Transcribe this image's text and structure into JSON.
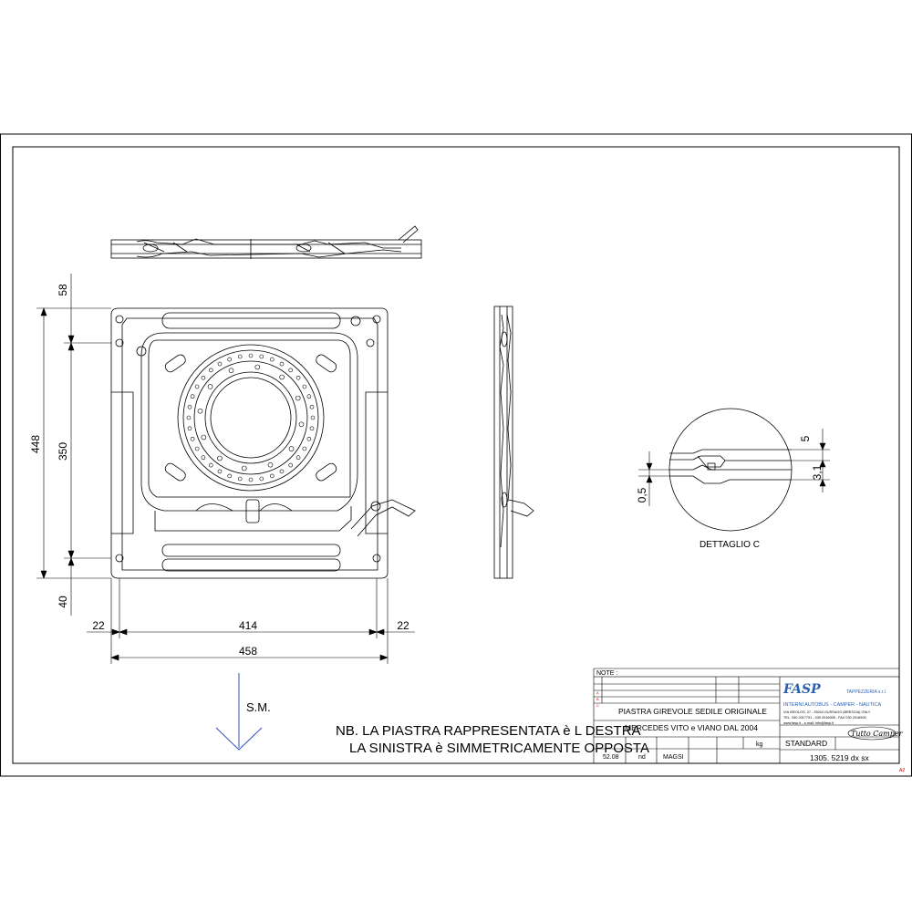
{
  "colors": {
    "line": "#000000",
    "dimension": "#00704a",
    "titleblock_small": "#cc0000",
    "brand": "#2b5fb0"
  },
  "dimensions": {
    "top_offset": "58",
    "overall_height": "448",
    "inner_height": "350",
    "bottom_offset": "40",
    "left_margin": "22",
    "inner_width": "414",
    "right_margin": "22",
    "overall_width": "458",
    "detail_5": "5",
    "detail_31": "3,1",
    "detail_05": "0,5"
  },
  "labels": {
    "detail": "DETTAGLIO C",
    "direction": "S.M.",
    "note_line1": "NB. LA PIASTRA RAPPRESENTATA è L DESTRA",
    "note_line2": "LA SINISTRA è SIMMETRICAMENTE OPPOSTA",
    "sheet_format": "A2"
  },
  "title_block": {
    "note_label": "NOTE :",
    "rev_letters": [
      "A",
      "B",
      "C"
    ],
    "title_line1": "PIASTRA GIREVOLE SEDILE ORIGINALE",
    "title_line2": "MERCEDES VITO e VIANO DAL 2004",
    "dimension_value": "52.08",
    "field2": "nd",
    "field3": "MAGSI",
    "unit": "kg",
    "standard": "STANDARD",
    "code": "1305. 5219 dx sx",
    "company": {
      "name": "FASP",
      "suffix": "TAPPEZZERIA s.r.l.",
      "tagline": "INTERNI AUTOBUS - CAMPER - NAUTICA",
      "address": "VIA ISEOLOS, 27 - 25044 GUSSAGO (BRESCIA) ITALY",
      "phone": "TEL. 030 2017791 - 030 2016905 - FAX 030 2016905",
      "web": "www.fasp.it - e-mail: info@fasp.it",
      "logo_text": "Tutto Camper"
    }
  }
}
